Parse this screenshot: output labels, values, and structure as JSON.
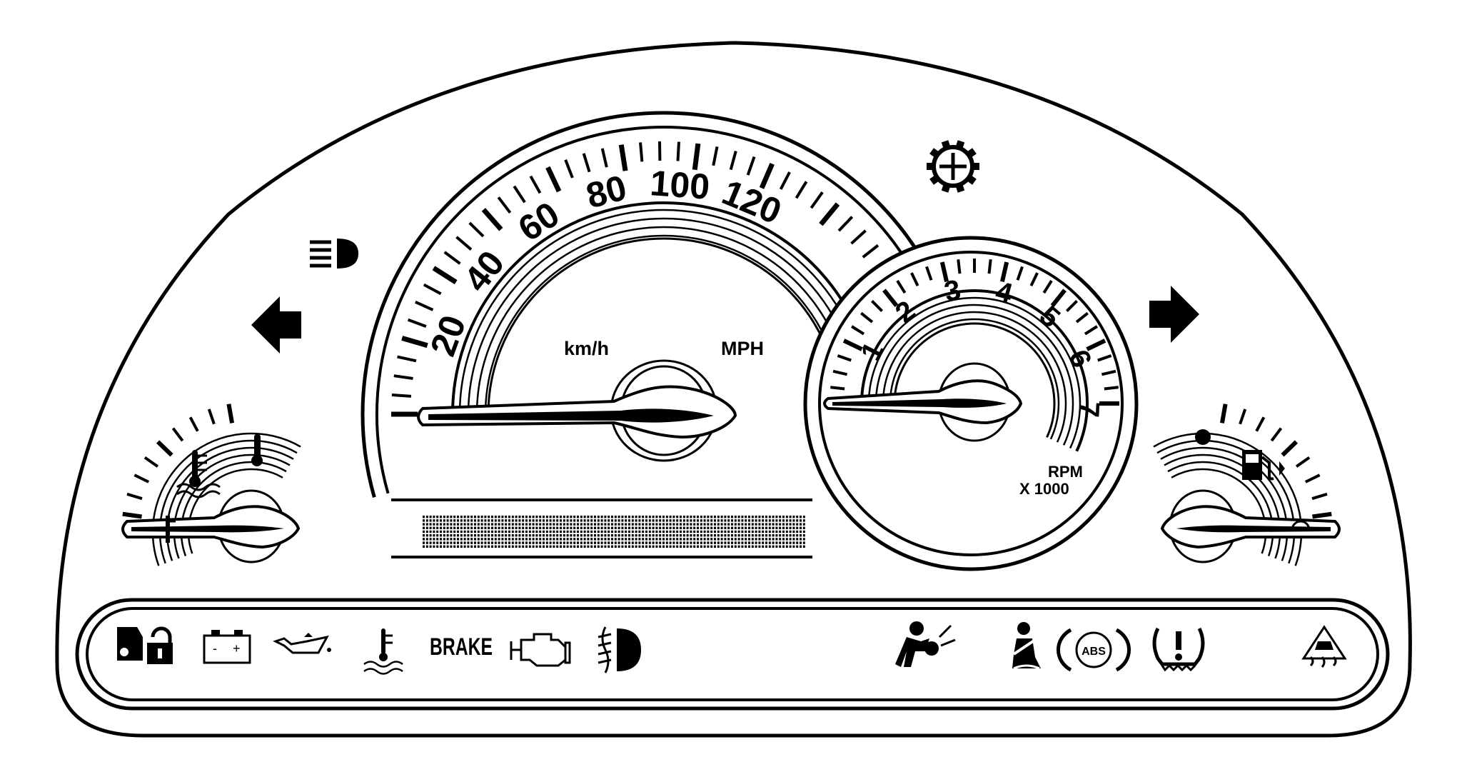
{
  "speedometer": {
    "scale_labels": [
      "20",
      "40",
      "60",
      "80",
      "100",
      "120"
    ],
    "unit_primary": "km/h",
    "unit_secondary": "MPH"
  },
  "tachometer": {
    "scale_labels": [
      "1",
      "2",
      "3",
      "4",
      "5",
      "6",
      "7"
    ],
    "unit_line1": "RPM",
    "unit_line2": "X 1000"
  },
  "telltales": {
    "brake_label": "BRAKE",
    "battery_minus": "-",
    "battery_plus": "+",
    "abs_label": "ABS",
    "tire_pressure_symbol": "(!)"
  },
  "icons": [
    "left-turn-signal-icon",
    "right-turn-signal-icon",
    "high-beam-icon",
    "service-gear-icon",
    "coolant-temperature-icon",
    "fuel-pump-icon",
    "security-lock-icon",
    "battery-icon",
    "oil-pressure-icon",
    "coolant-warning-icon",
    "check-engine-icon",
    "fog-lamp-icon",
    "airbag-icon",
    "seatbelt-icon",
    "abs-icon",
    "tire-pressure-icon",
    "traction-control-icon"
  ],
  "colors": {
    "ink": "#000000",
    "paper": "#ffffff"
  }
}
